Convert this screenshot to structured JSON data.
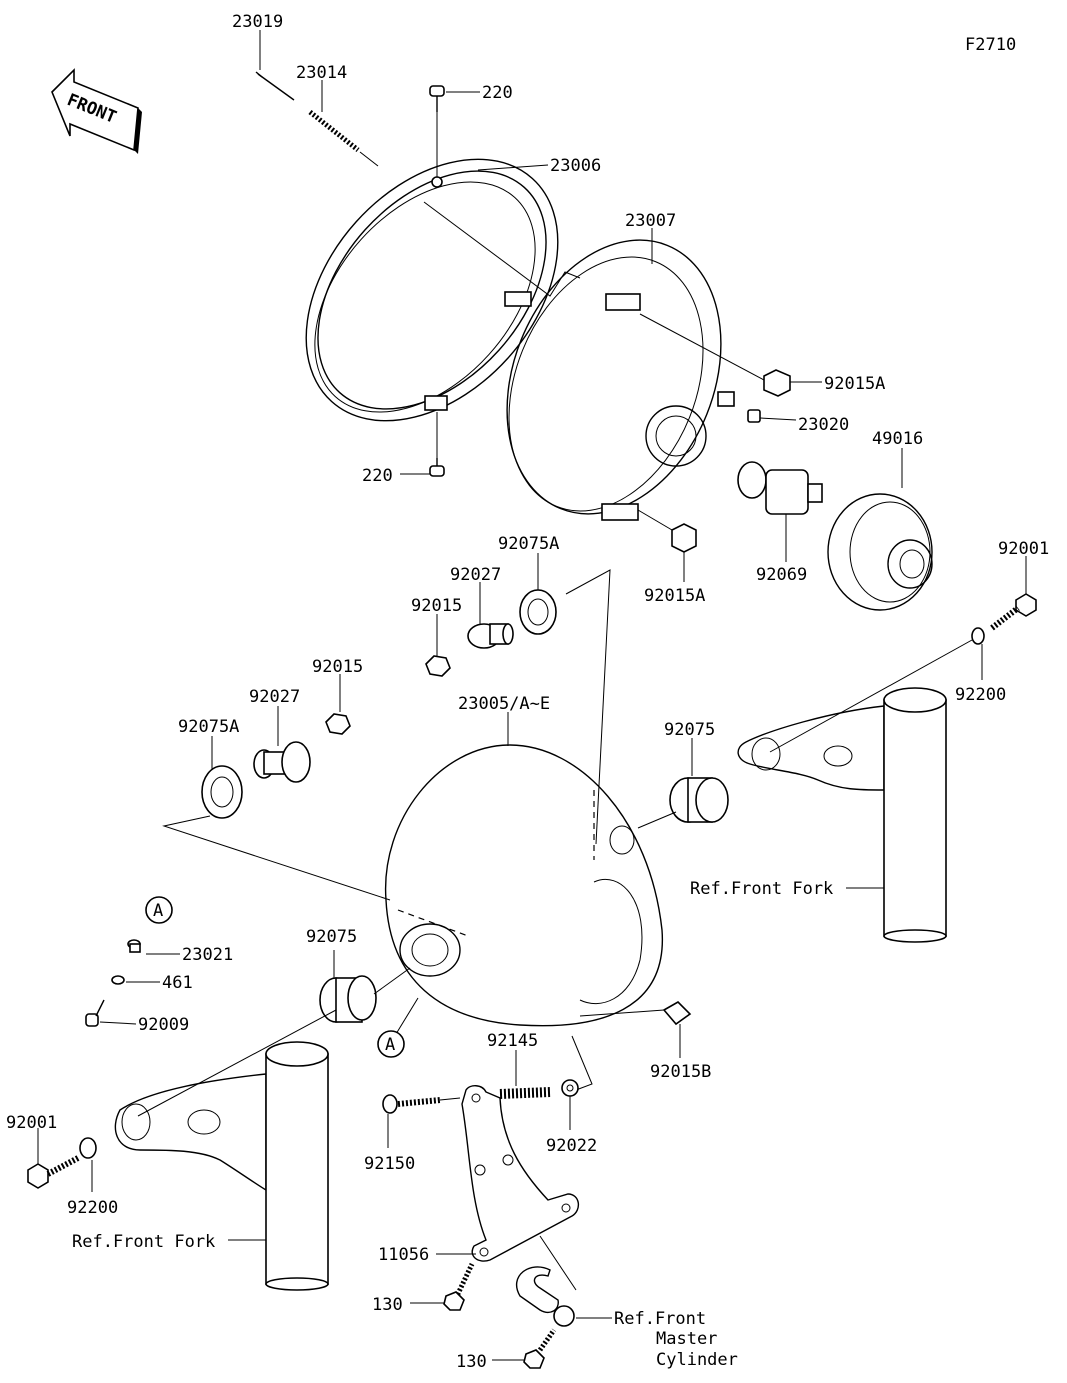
{
  "figure_code": "F2710",
  "front_label": "FRONT",
  "callouts": {
    "c23019": "23019",
    "c23014": "23014",
    "c220_top": "220",
    "c23006": "23006",
    "c23007": "23007",
    "c92015A_top": "92015A",
    "c23020": "23020",
    "c49016": "49016",
    "c220_bot": "220",
    "c92069": "92069",
    "c92015A_bot": "92015A",
    "c92075A_top": "92075A",
    "c92027_top": "92027",
    "c92015_top": "92015",
    "c92001_right": "92001",
    "c92200_right": "92200",
    "c92015_left": "92015",
    "c92027_left": "92027",
    "c92075A_left": "92075A",
    "c23005": "23005/A~E",
    "c92075_right": "92075",
    "ref_front_fork_right": "Ref.Front Fork",
    "circle_a_top": "A",
    "c23021": "23021",
    "c461": "461",
    "c92009": "92009",
    "c92075_left": "92075",
    "circle_a_bottom": "A",
    "c92145": "92145",
    "c92015B": "92015B",
    "c92001_left": "92001",
    "c92200_left": "92200",
    "c92150": "92150",
    "c92022": "92022",
    "ref_front_fork_left": "Ref.Front Fork",
    "c11056": "11056",
    "c130_top": "130",
    "c130_bot": "130",
    "ref_master_l1": "Ref.Front",
    "ref_master_l2": "Master",
    "ref_master_l3": "Cylinder"
  }
}
